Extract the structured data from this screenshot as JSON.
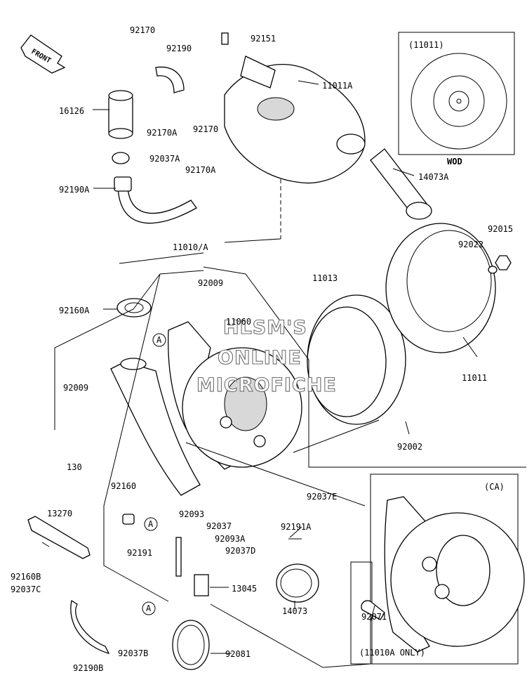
{
  "diagram": {
    "front_arrow_label": "FRONT",
    "watermark_lines": [
      "HLSM'S",
      "ONLINE",
      "MICROFICHE"
    ],
    "inset_wod": {
      "tag": "(11011)",
      "caption": "WOD"
    },
    "inset_ca": {
      "tag": "(CA)",
      "caption": "(11010A ONLY)"
    },
    "reference_marker": "A",
    "part_labels": [
      {
        "id": "p92170",
        "text": "92170"
      },
      {
        "id": "p92190",
        "text": "92190"
      },
      {
        "id": "p92151",
        "text": "92151"
      },
      {
        "id": "p11011A",
        "text": "11011A"
      },
      {
        "id": "p16126",
        "text": "16126"
      },
      {
        "id": "p92170A_1",
        "text": "92170A"
      },
      {
        "id": "p92170_2",
        "text": "92170"
      },
      {
        "id": "p92037A",
        "text": "92037A"
      },
      {
        "id": "p92170A_2",
        "text": "92170A"
      },
      {
        "id": "p92190A",
        "text": "92190A"
      },
      {
        "id": "p14073A",
        "text": "14073A"
      },
      {
        "id": "p11010A",
        "text": "11010/A"
      },
      {
        "id": "p92015",
        "text": "92015"
      },
      {
        "id": "p92022",
        "text": "92022"
      },
      {
        "id": "p92009_1",
        "text": "92009"
      },
      {
        "id": "p11013",
        "text": "11013"
      },
      {
        "id": "p92160A",
        "text": "92160A"
      },
      {
        "id": "p11060",
        "text": "11060"
      },
      {
        "id": "p92009_2",
        "text": "92009"
      },
      {
        "id": "p11011",
        "text": "11011"
      },
      {
        "id": "p92002",
        "text": "92002"
      },
      {
        "id": "p130",
        "text": "130"
      },
      {
        "id": "p92160",
        "text": "92160"
      },
      {
        "id": "p13270",
        "text": "13270"
      },
      {
        "id": "p92093",
        "text": "92093"
      },
      {
        "id": "p92037E",
        "text": "92037E"
      },
      {
        "id": "p92037",
        "text": "92037"
      },
      {
        "id": "p92191A",
        "text": "92191A"
      },
      {
        "id": "p92093A",
        "text": "92093A"
      },
      {
        "id": "p92191",
        "text": "92191"
      },
      {
        "id": "p92037D",
        "text": "92037D"
      },
      {
        "id": "p92160B",
        "text": "92160B"
      },
      {
        "id": "p92037C",
        "text": "92037C"
      },
      {
        "id": "p13045",
        "text": "13045"
      },
      {
        "id": "p14073",
        "text": "14073"
      },
      {
        "id": "p92071",
        "text": "92071"
      },
      {
        "id": "p92037B",
        "text": "92037B"
      },
      {
        "id": "p92081",
        "text": "92081"
      },
      {
        "id": "p92190B",
        "text": "92190B"
      }
    ]
  }
}
